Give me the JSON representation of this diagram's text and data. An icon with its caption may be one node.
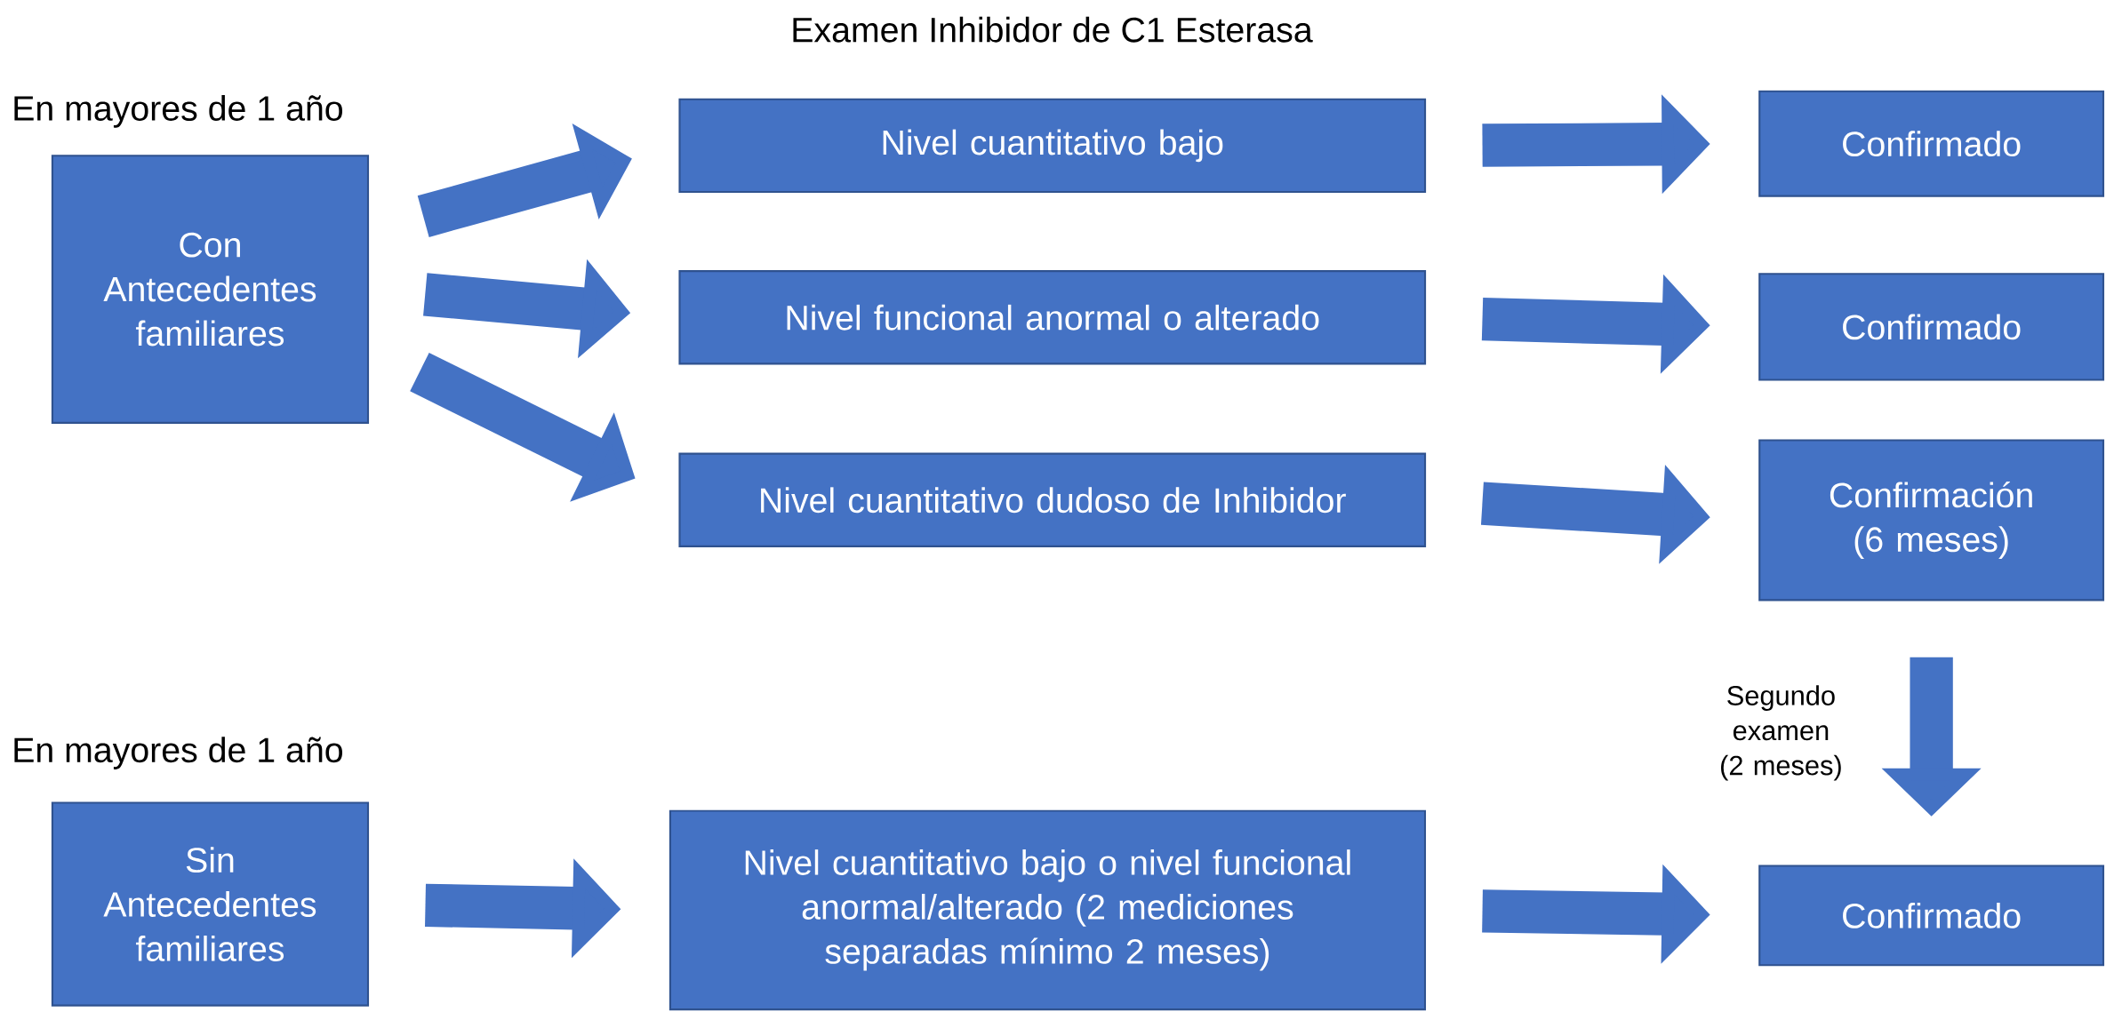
{
  "diagram": {
    "title": "Examen Inhibidor de C1 Esterasa",
    "nodes": [
      {
        "text": [
          "Con Antecedentes familiares"
        ],
        "beside": [
          "En mayores de 1 año"
        ]
      },
      {
        "text": [
          "Nivel cuantitativo bajo"
        ]
      },
      {
        "text": [
          "Nivel funcional anormal o alterado"
        ]
      },
      {
        "text": [
          "Nivel cuantitativo dudoso de Inhibidor"
        ]
      },
      {
        "text": [
          "Confirmado"
        ]
      },
      {
        "text": [
          "Confirmado"
        ]
      },
      {
        "text": [
          "Confirmación (6 meses)"
        ]
      },
      {
        "text": [
          "Sin Antecedentes familiares"
        ],
        "beside": [
          "En mayores de 1 año"
        ]
      },
      {
        "text": [
          "Nivel cuantitativo bajo o nivel funcional anormal/alterado (2 mediciones separadas mínimo 2 meses)"
        ]
      },
      {
        "text": [
          "Confirmado"
        ]
      }
    ],
    "edges": [
      {
        "from": 0,
        "to": 1,
        "arrow": "to"
      },
      {
        "from": 0,
        "to": 2,
        "arrow": "to"
      },
      {
        "from": 0,
        "to": 3,
        "arrow": "to"
      },
      {
        "from": 1,
        "to": 4,
        "arrow": "to"
      },
      {
        "from": 2,
        "to": 5,
        "arrow": "to"
      },
      {
        "from": 3,
        "to": 6,
        "arrow": "to"
      },
      {
        "from": 6,
        "to": 9,
        "arrow": "to",
        "label": "Segundo examen (2 meses)"
      },
      {
        "from": 7,
        "to": 8,
        "arrow": "to"
      },
      {
        "from": 8,
        "to": 9,
        "arrow": "to"
      }
    ]
  }
}
